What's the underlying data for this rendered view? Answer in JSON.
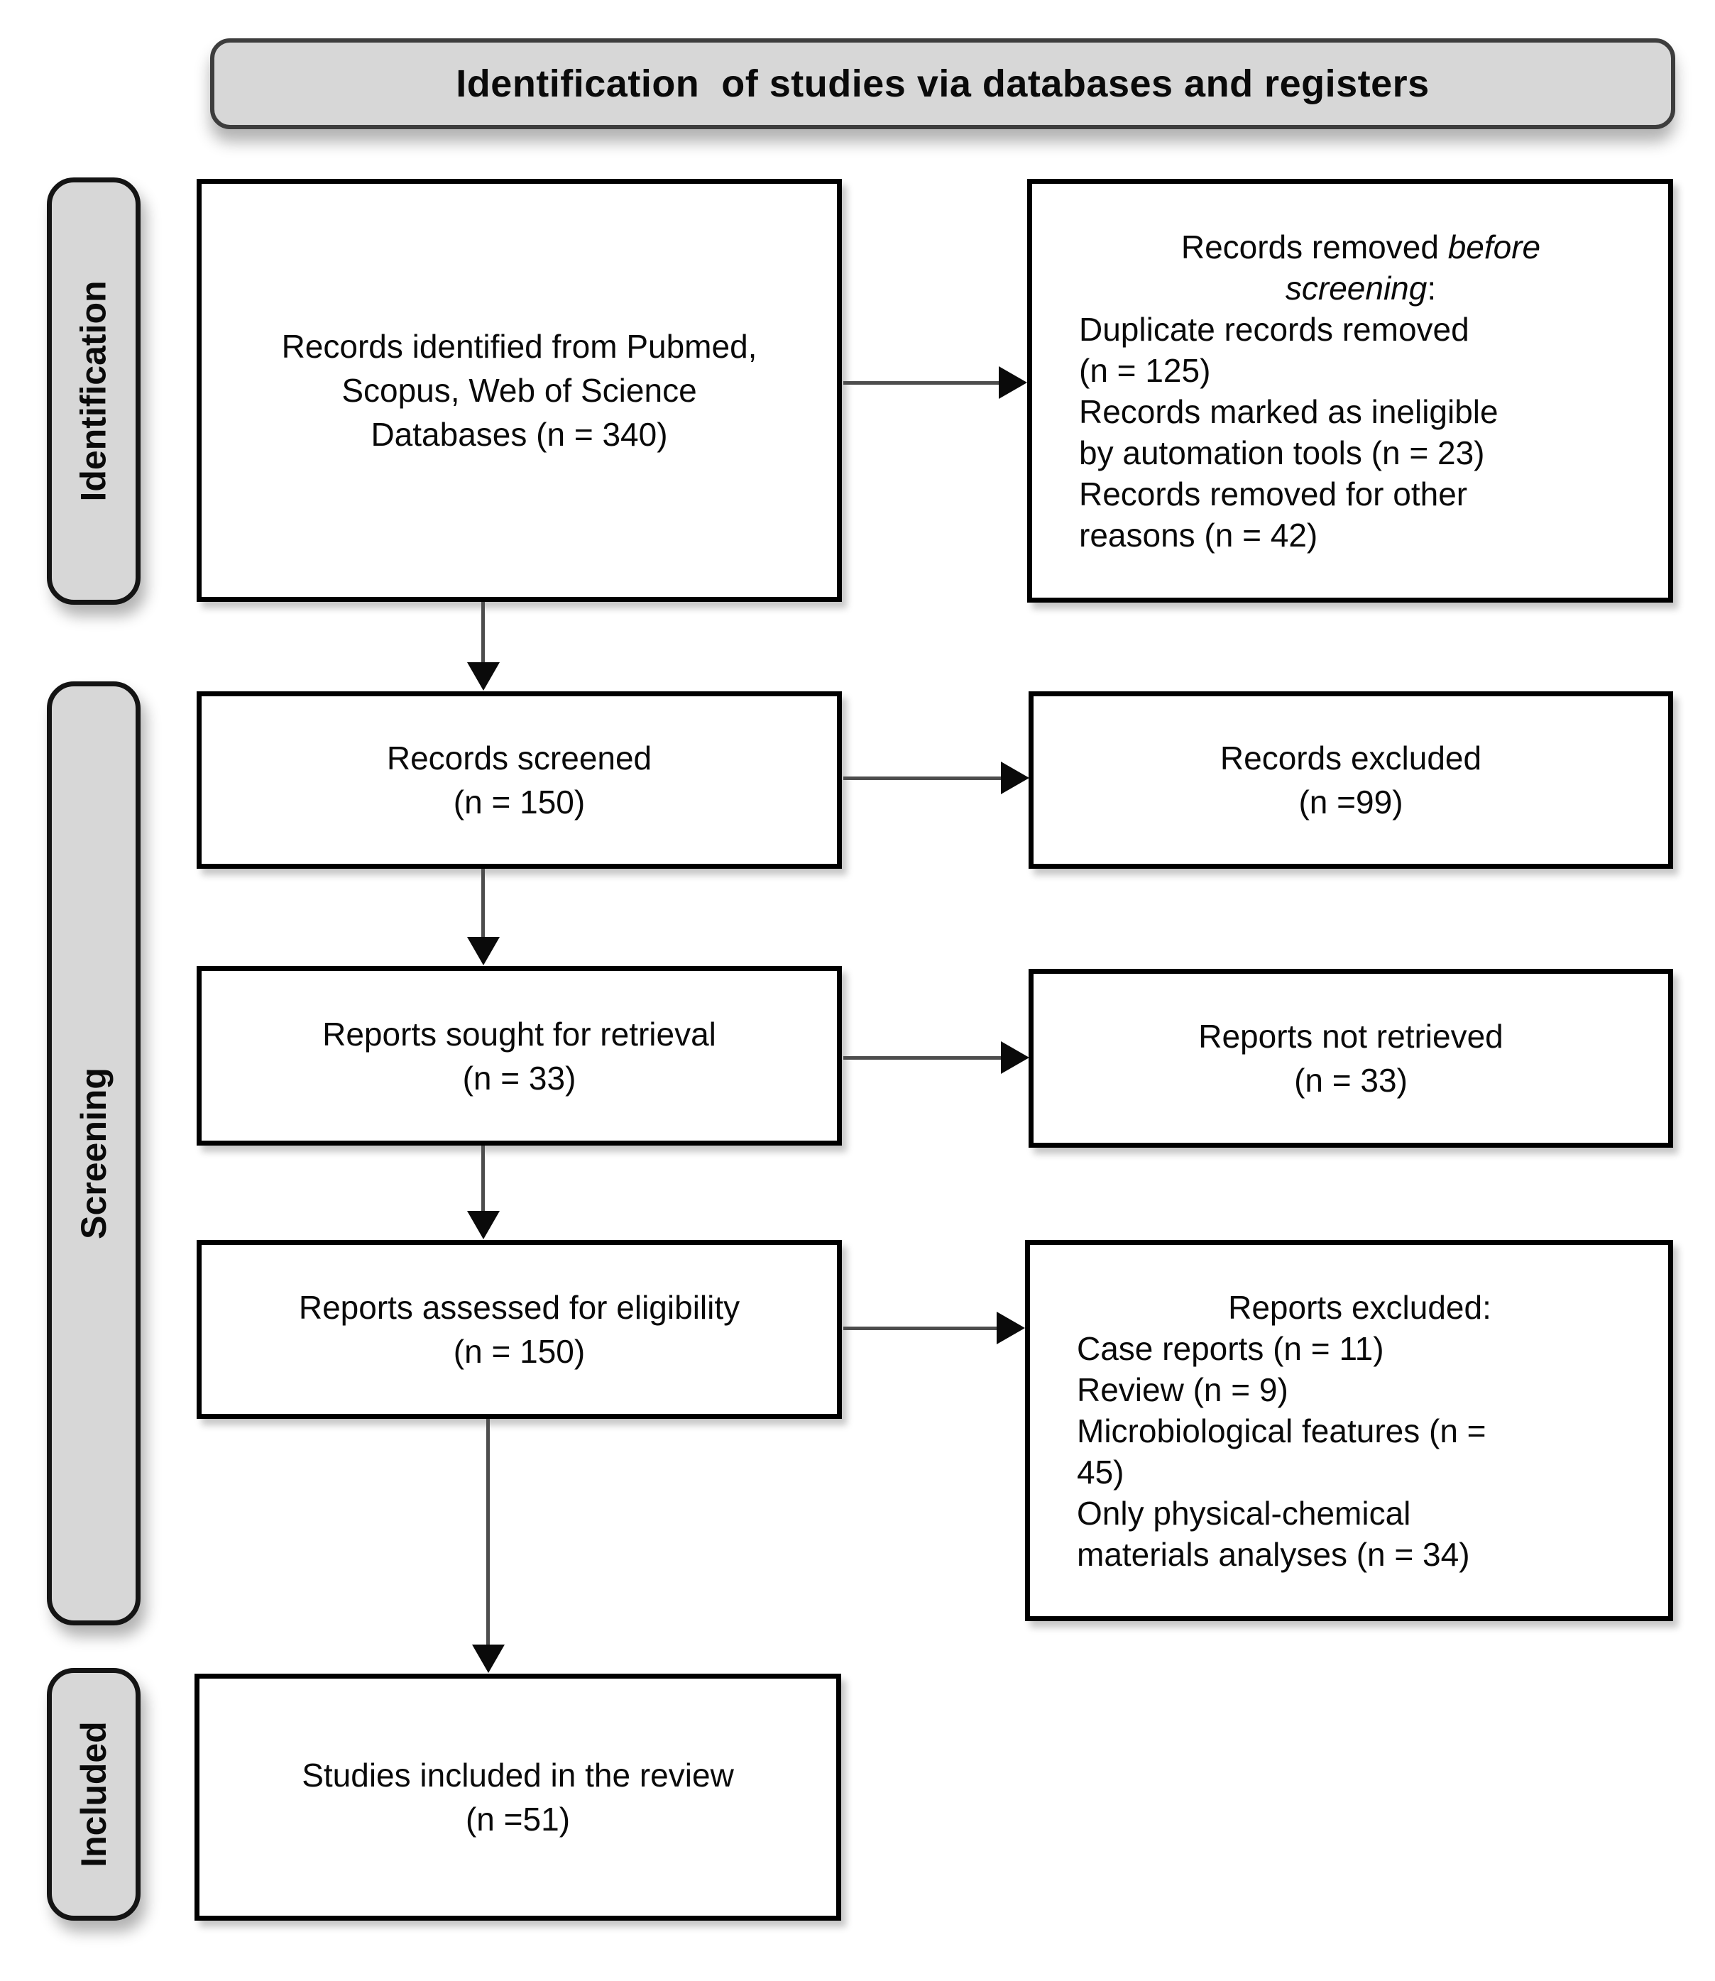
{
  "title": "Identification  of studies via databases and registers",
  "stage_labels": {
    "identification": "Identification",
    "screening": "Screening",
    "included": "Included"
  },
  "boxes": {
    "identified": {
      "lines": [
        "Records identified from Pubmed,",
        "Scopus, Web of Science",
        "Databases (n = 340)"
      ]
    },
    "removed_before": {
      "head_normal": "Records removed ",
      "head_italic": "before screening",
      "head_suffix": ":",
      "lines": [
        "Duplicate records removed",
        "(n = 125)",
        "Records marked as ineligible",
        "by automation tools (n = 23)",
        "Records removed for other",
        "reasons (n = 42)"
      ]
    },
    "screened": {
      "lines": [
        "Records screened",
        "(n = 150)"
      ]
    },
    "excluded": {
      "lines": [
        "Records excluded",
        "(n =99)"
      ]
    },
    "sought": {
      "lines": [
        "Reports sought for retrieval",
        "(n = 33)"
      ]
    },
    "not_retrieved": {
      "lines": [
        "Reports not retrieved",
        "(n = 33)"
      ]
    },
    "assessed": {
      "lines": [
        "Reports assessed for eligibility",
        "(n = 150)"
      ]
    },
    "reports_excluded": {
      "head": "Reports excluded:",
      "lines": [
        "Case reports (n = 11)",
        "Review (n = 9)",
        "Microbiological features (n =",
        "45)",
        "Only physical-chemical",
        "materials analyses (n = 34)"
      ]
    },
    "included_studies": {
      "lines": [
        "Studies included in the review",
        "(n =51)"
      ]
    }
  },
  "colors": {
    "box_fill_gray": "#d7d7d7",
    "box_border_dark": "#3d3d3d",
    "flow_box_border": "#000000",
    "arrow_shaft": "#4d4d4d",
    "arrow_head": "#0a0a0a",
    "background": "#ffffff"
  }
}
